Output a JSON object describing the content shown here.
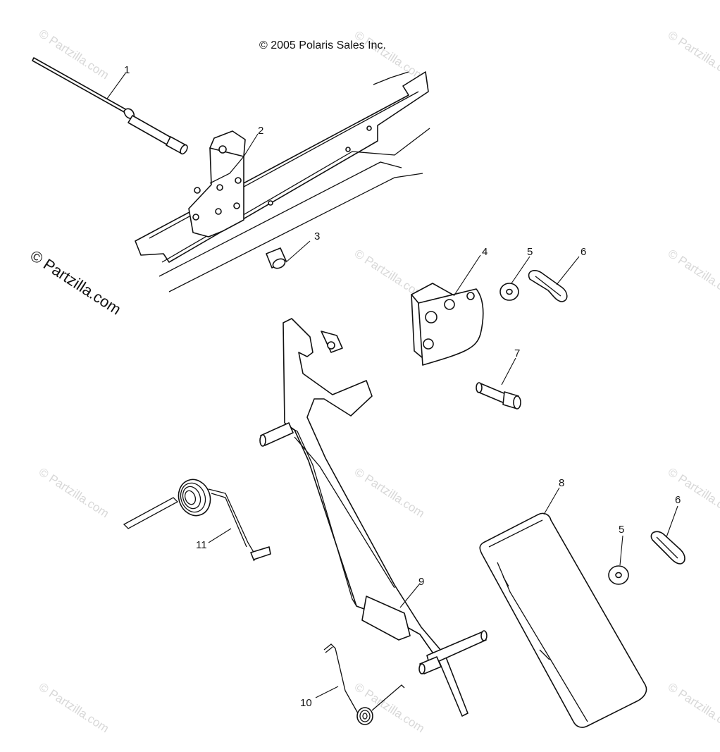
{
  "copyright": "© 2005 Polaris Sales Inc.",
  "brand": "© Partzilla.com",
  "watermark": "© Partzilla.com",
  "callouts": [
    {
      "id": "c1",
      "label": "1"
    },
    {
      "id": "c2",
      "label": "2"
    },
    {
      "id": "c3",
      "label": "3"
    },
    {
      "id": "c4",
      "label": "4"
    },
    {
      "id": "c5a",
      "label": "5"
    },
    {
      "id": "c6a",
      "label": "6"
    },
    {
      "id": "c7",
      "label": "7"
    },
    {
      "id": "c8",
      "label": "8"
    },
    {
      "id": "c5b",
      "label": "5"
    },
    {
      "id": "c6b",
      "label": "6"
    },
    {
      "id": "c9",
      "label": "9"
    },
    {
      "id": "c10",
      "label": "10"
    },
    {
      "id": "c11",
      "label": "11"
    }
  ]
}
